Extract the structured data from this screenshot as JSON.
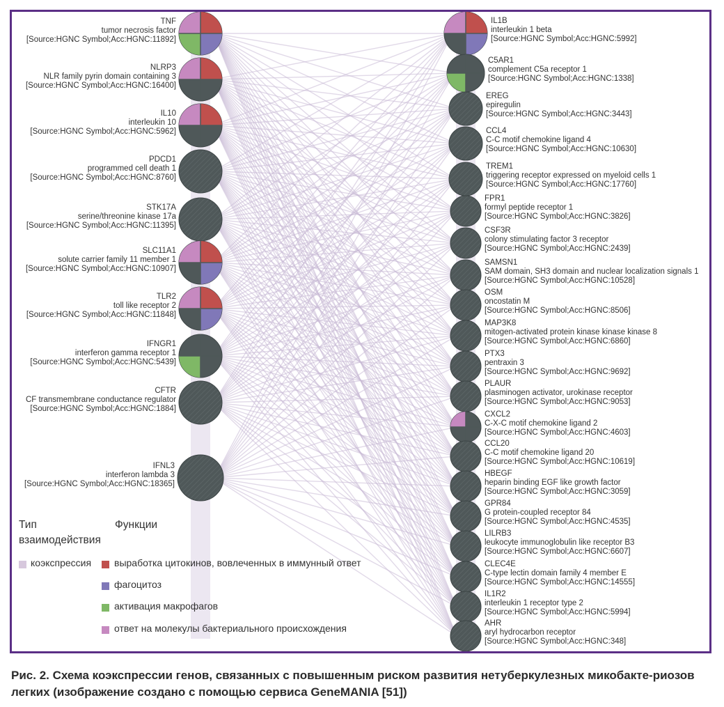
{
  "colors": {
    "frame": "#5b2f86",
    "edge": "#c8b9d6",
    "node": "#4f5859",
    "cytokine": "#c0504d",
    "phagocytosis": "#8078b8",
    "macrophage": "#7fb866",
    "bacterial": "#c689c0",
    "coexpression": "#d7c8dd"
  },
  "left_nodes": [
    {
      "symbol": "TNF",
      "name": "tumor necrosis factor",
      "source": "[Source:HGNC Symbol;Acc:HGNC:11892]",
      "functions": [
        "bacterial",
        "cytokine",
        "phagocytosis",
        "macrophage"
      ]
    },
    {
      "symbol": "NLRP3",
      "name": "NLR family pyrin domain containing 3",
      "source": "[Source:HGNC Symbol;Acc:HGNC:16400]",
      "functions": [
        "bacterial",
        "cytokine",
        "",
        ""
      ]
    },
    {
      "symbol": "IL10",
      "name": "interleukin 10",
      "source": "[Source:HGNC Symbol;Acc:HGNC:5962]",
      "functions": [
        "bacterial",
        "cytokine",
        "",
        ""
      ]
    },
    {
      "symbol": "PDCD1",
      "name": "programmed cell death 1",
      "source": "[Source:HGNC Symbol;Acc:HGNC:8760]",
      "functions": []
    },
    {
      "symbol": "STK17A",
      "name": "serine/threonine kinase 17a",
      "source": "[Source:HGNC Symbol;Acc:HGNC:11395]",
      "functions": []
    },
    {
      "symbol": "SLC11A1",
      "name": "solute carrier family 11 member 1",
      "source": "[Source:HGNC Symbol;Acc:HGNC:10907]",
      "functions": [
        "bacterial",
        "cytokine",
        "phagocytosis",
        ""
      ]
    },
    {
      "symbol": "TLR2",
      "name": "toll like receptor 2",
      "source": "[Source:HGNC Symbol;Acc:HGNC:11848]",
      "functions": [
        "bacterial",
        "cytokine",
        "phagocytosis",
        ""
      ]
    },
    {
      "symbol": "IFNGR1",
      "name": "interferon gamma receptor 1",
      "source": "[Source:HGNC Symbol;Acc:HGNC:5439]",
      "functions": [
        "",
        "",
        "",
        "macrophage"
      ]
    },
    {
      "symbol": "CFTR",
      "name": "CF transmembrane conductance regulator",
      "source": "[Source:HGNC Symbol;Acc:HGNC:1884]",
      "functions": []
    },
    {
      "symbol": "IFNL3",
      "name": "interferon lambda 3",
      "source": "[Source:HGNC Symbol;Acc:HGNC:18365]",
      "functions": []
    }
  ],
  "right_nodes": [
    {
      "symbol": "IL1B",
      "name": "interleukin 1 beta",
      "source": "[Source:HGNC Symbol;Acc:HGNC:5992]",
      "functions": [
        "bacterial",
        "cytokine",
        "phagocytosis",
        ""
      ]
    },
    {
      "symbol": "C5AR1",
      "name": "complement C5a receptor 1",
      "source": "[Source:HGNC Symbol;Acc:HGNC:1338]",
      "functions": [
        "",
        "",
        "",
        "macrophage"
      ]
    },
    {
      "symbol": "EREG",
      "name": "epiregulin",
      "source": "[Source:HGNC Symbol;Acc:HGNC:3443]",
      "functions": []
    },
    {
      "symbol": "CCL4",
      "name": "C-C motif chemokine ligand 4",
      "source": "[Source:HGNC Symbol;Acc:HGNC:10630]",
      "functions": []
    },
    {
      "symbol": "TREM1",
      "name": "triggering receptor expressed on myeloid cells 1",
      "source": "[Source:HGNC Symbol;Acc:HGNC:17760]",
      "functions": []
    },
    {
      "symbol": "FPR1",
      "name": "formyl peptide receptor 1",
      "source": "[Source:HGNC Symbol;Acc:HGNC:3826]",
      "functions": []
    },
    {
      "symbol": "CSF3R",
      "name": "colony stimulating factor 3 receptor",
      "source": "[Source:HGNC Symbol;Acc:HGNC:2439]",
      "functions": []
    },
    {
      "symbol": "SAMSN1",
      "name": "SAM domain, SH3 domain and nuclear localization signals 1",
      "source": "[Source:HGNC Symbol;Acc:HGNC:10528]",
      "functions": []
    },
    {
      "symbol": "OSM",
      "name": "oncostatin M",
      "source": "[Source:HGNC Symbol;Acc:HGNC:8506]",
      "functions": []
    },
    {
      "symbol": "MAP3K8",
      "name": "mitogen-activated protein kinase kinase kinase 8",
      "source": "[Source:HGNC Symbol;Acc:HGNC:6860]",
      "functions": []
    },
    {
      "symbol": "PTX3",
      "name": "pentraxin 3",
      "source": "[Source:HGNC Symbol;Acc:HGNC:9692]",
      "functions": []
    },
    {
      "symbol": "PLAUR",
      "name": "plasminogen activator, urokinase receptor",
      "source": "[Source:HGNC Symbol;Acc:HGNC:9053]",
      "functions": []
    },
    {
      "symbol": "CXCL2",
      "name": "C-X-C motif chemokine ligand 2",
      "source": "[Source:HGNC Symbol;Acc:HGNC:4603]",
      "functions": [
        "bacterial",
        "",
        "",
        ""
      ]
    },
    {
      "symbol": "CCL20",
      "name": "C-C motif chemokine ligand 20",
      "source": "[Source:HGNC Symbol;Acc:HGNC:10619]",
      "functions": []
    },
    {
      "symbol": "HBEGF",
      "name": "heparin binding EGF like growth factor",
      "source": "[Source:HGNC Symbol;Acc:HGNC:3059]",
      "functions": []
    },
    {
      "symbol": "GPR84",
      "name": "G protein-coupled receptor 84",
      "source": "[Source:HGNC Symbol;Acc:HGNC:4535]",
      "functions": []
    },
    {
      "symbol": "LILRB3",
      "name": "leukocyte immunoglobulin like receptor B3",
      "source": "[Source:HGNC Symbol;Acc:HGNC:6607]",
      "functions": []
    },
    {
      "symbol": "CLEC4E",
      "name": "C-type lectin domain family 4 member E",
      "source": "[Source:HGNC Symbol;Acc:HGNC:14555]",
      "functions": []
    },
    {
      "symbol": "IL1R2",
      "name": "interleukin 1 receptor type 2",
      "source": "[Source:HGNC Symbol;Acc:HGNC:5994]",
      "functions": []
    },
    {
      "symbol": "AHR",
      "name": "aryl hydrocarbon receptor",
      "source": "[Source:HGNC Symbol;Acc:HGNC:348]",
      "functions": []
    }
  ],
  "legend": {
    "interaction_title": "Тип взаимодействия",
    "functions_title": "Функции",
    "coexpression": "коэкспрессия",
    "cytokine": "выработка цитокинов, вовлеченных в иммунный ответ",
    "phagocytosis": "фагоцитоз",
    "macrophage": "активация макрофагов",
    "bacterial": "ответ на молекулы бактериального происхождения"
  },
  "caption": "Рис. 2. Схема коэкспрессии генов, связанных с повышенным риском развития нетуберкулезных микобакте-риозов легких (изображение создано с помощью сервиса GeneMANIA [51])"
}
